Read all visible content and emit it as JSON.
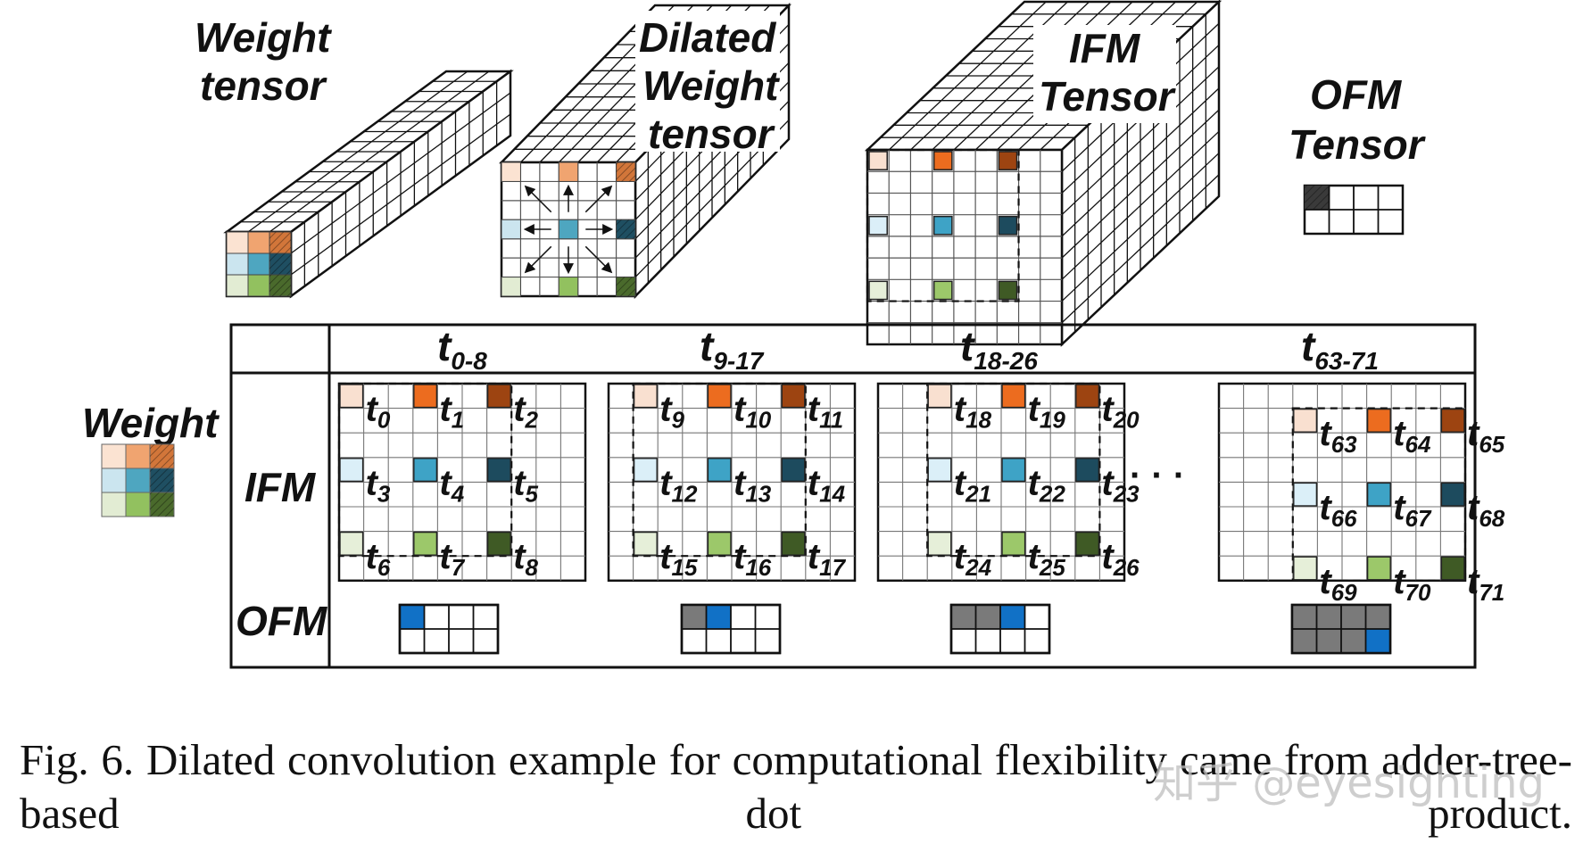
{
  "colors": {
    "c1": "#fbe3d2",
    "c2": "#f0a470",
    "c3": "#d2763a",
    "c4": "#cbe5ef",
    "c5": "#4ea6c0",
    "c6": "#1f4f62",
    "c7": "#e2ecd3",
    "c8": "#92c15f",
    "c9": "#4a6a2c",
    "c1s": "#f9e0d0",
    "c2s": "#ec6c1f",
    "c3s": "#9d4411",
    "c4s": "#dbeff8",
    "c5s": "#3ea3c6",
    "c6s": "#1d4b5e",
    "c7s": "#e6efd9",
    "c8s": "#9cc86a",
    "c9s": "#3f5a25",
    "ofm_active": "#1171c6",
    "ofm_done": "#7a7a7a"
  },
  "tensors": {
    "weight_label_1": "Weight",
    "weight_label_2": "tensor",
    "dilated_label_1": "Dilated",
    "dilated_label_2": "Weight",
    "dilated_label_3": "tensor",
    "ifm_label_1": "IFM",
    "ifm_label_2": "Tensor",
    "ofm_label_1": "OFM",
    "ofm_label_2": "Tensor"
  },
  "table": {
    "row_weight": "Weight",
    "row_ifm": "IFM",
    "row_ofm": "OFM",
    "columns": [
      {
        "t": "t",
        "range": "0-8",
        "labels": [
          "0",
          "1",
          "2",
          "3",
          "4",
          "5",
          "6",
          "7",
          "8"
        ],
        "ofm_done": 0
      },
      {
        "t": "t",
        "range": "9-17",
        "labels": [
          "9",
          "10",
          "11",
          "12",
          "13",
          "14",
          "15",
          "16",
          "17"
        ],
        "ofm_done": 1
      },
      {
        "t": "t",
        "range": "18-26",
        "labels": [
          "18",
          "19",
          "20",
          "21",
          "22",
          "23",
          "24",
          "25",
          "26"
        ],
        "ofm_done": 2
      },
      {
        "t": "t",
        "range": "63-71",
        "labels": [
          "63",
          "64",
          "65",
          "66",
          "67",
          "68",
          "69",
          "70",
          "71"
        ],
        "ofm_done": 7
      }
    ],
    "ellipsis": "· · ·"
  },
  "caption": {
    "text": "Fig. 6.   Dilated convolution example for computational flexibility came from adder-tree-based dot product."
  },
  "watermark": "知乎 @eyesighting"
}
